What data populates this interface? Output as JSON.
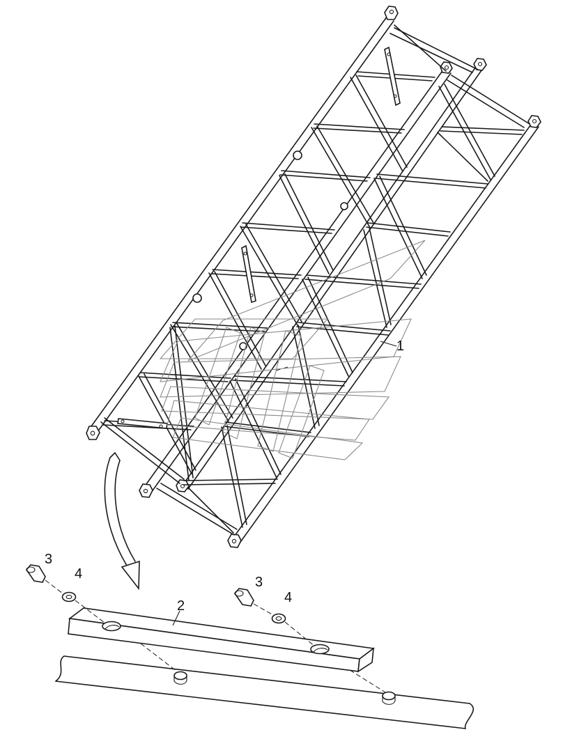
{
  "callouts": {
    "frame_section": "1",
    "bar": "2",
    "bolt_left": "3",
    "washer_left": "4",
    "bolt_right": "3",
    "washer_right": "4"
  }
}
